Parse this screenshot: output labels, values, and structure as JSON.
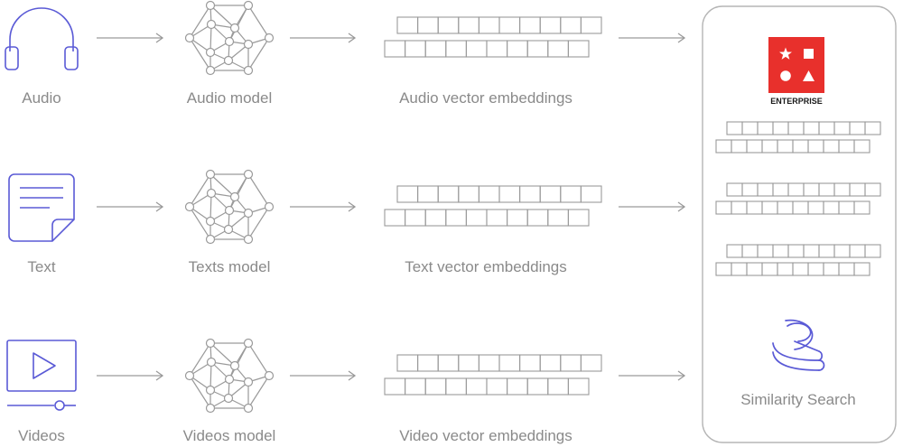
{
  "rows": [
    {
      "source_label": "Audio",
      "source_icon": "headphones-icon",
      "model_label": "Audio model",
      "embedding_label": "Audio vector embeddings"
    },
    {
      "source_label": "Text",
      "source_icon": "document-icon",
      "model_label": "Texts model",
      "embedding_label": "Text vector embeddings"
    },
    {
      "source_label": "Videos",
      "source_icon": "video-player-icon",
      "model_label": "Videos model",
      "embedding_label": "Video vector embeddings"
    }
  ],
  "store": {
    "badge_label": "ENTERPRISE",
    "search_label": "Similarity Search",
    "badge_icon": "enterprise-logo-icon",
    "search_icon": "similarity-search-icon"
  },
  "colors": {
    "accent": "#5a5ad6",
    "badge": "#e8302c",
    "grid_stroke": "#9a9a9a",
    "arrow": "#9a9a9a",
    "label": "#8a8a8a",
    "panel_border": "#b5b5b5"
  }
}
